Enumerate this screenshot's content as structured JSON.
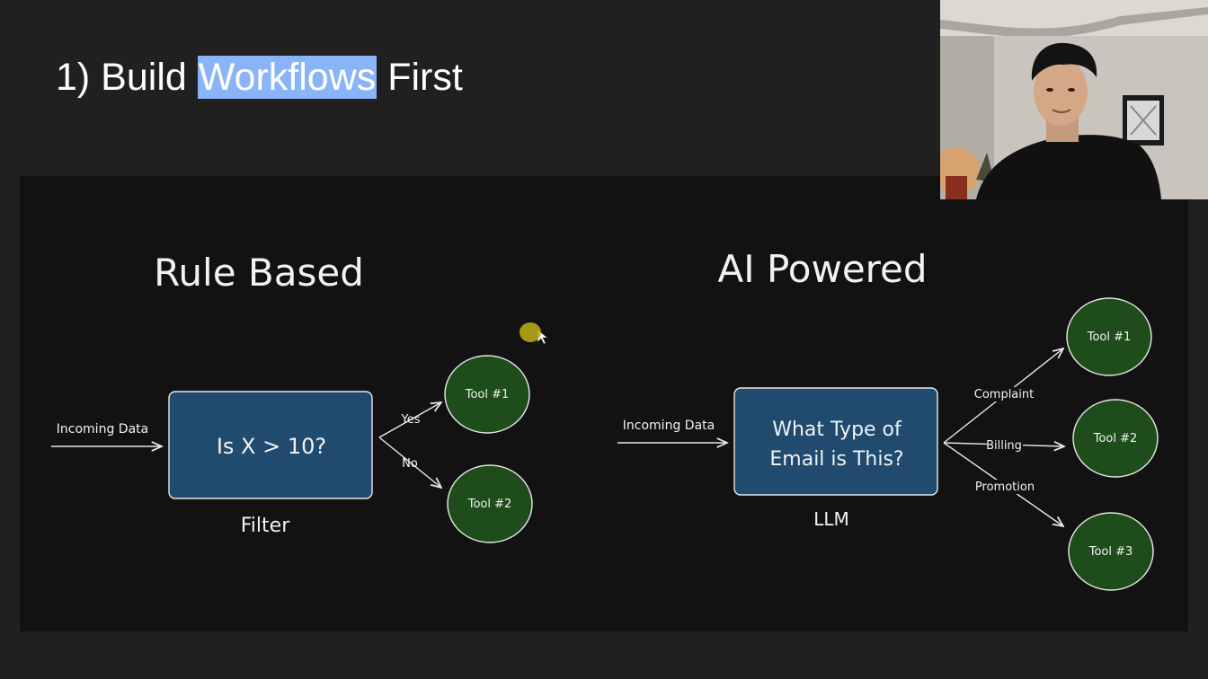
{
  "slide": {
    "title_prefix": "1) Build ",
    "title_highlight": "Workflows",
    "title_suffix": " First"
  },
  "rule_based": {
    "heading": "Rule Based",
    "input_label": "Incoming Data",
    "box_text": "Is X > 10?",
    "box_caption": "Filter",
    "branch_yes": "Yes",
    "branch_no": "No",
    "tool_1": "Tool #1",
    "tool_2": "Tool #2"
  },
  "ai_powered": {
    "heading": "AI Powered",
    "input_label": "Incoming Data",
    "box_text_line1": "What Type of",
    "box_text_line2": "Email is This?",
    "box_caption": "LLM",
    "branch_complaint": "Complaint",
    "branch_billing": "Billing",
    "branch_promotion": "Promotion",
    "tool_1": "Tool #1",
    "tool_2": "Tool #2",
    "tool_3": "Tool #3"
  },
  "colors": {
    "box_fill": "#204a6e",
    "tool_fill": "#1e4d1b",
    "highlight": "#8ab4f8",
    "stroke": "#e8e8e8"
  }
}
